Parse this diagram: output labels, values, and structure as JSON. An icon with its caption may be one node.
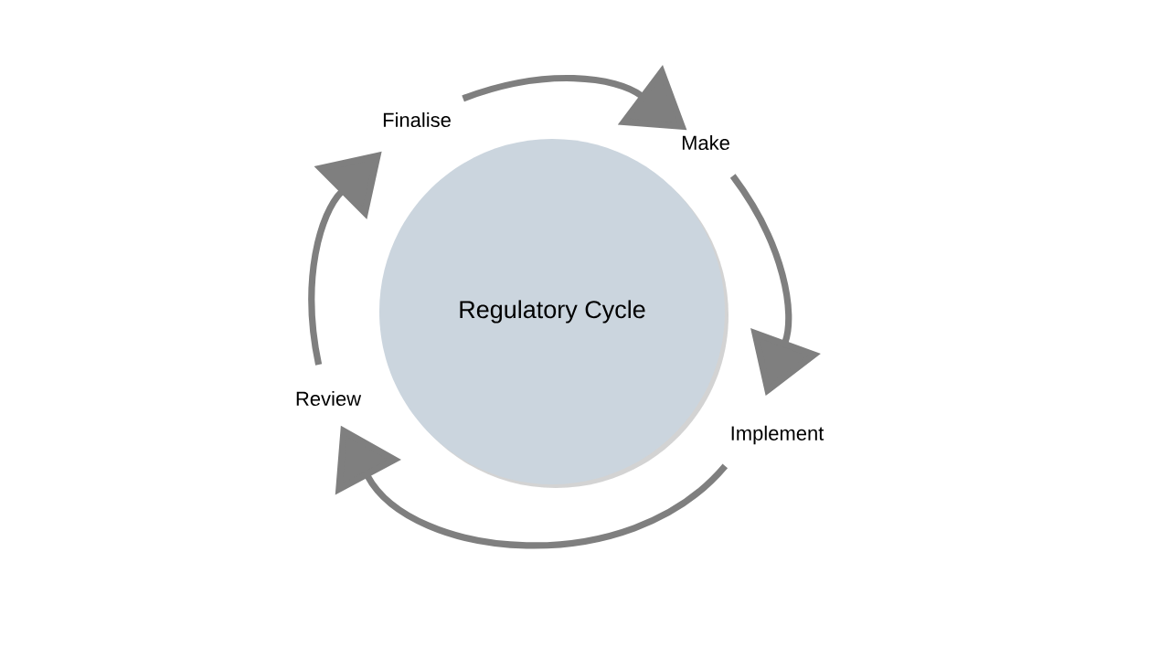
{
  "diagram": {
    "nodes": [
      {
        "text": [
          "Regulatory Cycle"
        ]
      },
      {
        "text": [
          "Finalise"
        ]
      },
      {
        "text": [
          "Make"
        ]
      },
      {
        "text": [
          "Implement"
        ]
      },
      {
        "text": [
          "Review"
        ]
      }
    ],
    "edges": [
      {
        "from": 1,
        "to": 2,
        "arrow": "to"
      },
      {
        "from": 2,
        "to": 3,
        "arrow": "to"
      },
      {
        "from": 3,
        "to": 4,
        "arrow": "to"
      },
      {
        "from": 4,
        "to": 1,
        "arrow": "to"
      }
    ]
  }
}
